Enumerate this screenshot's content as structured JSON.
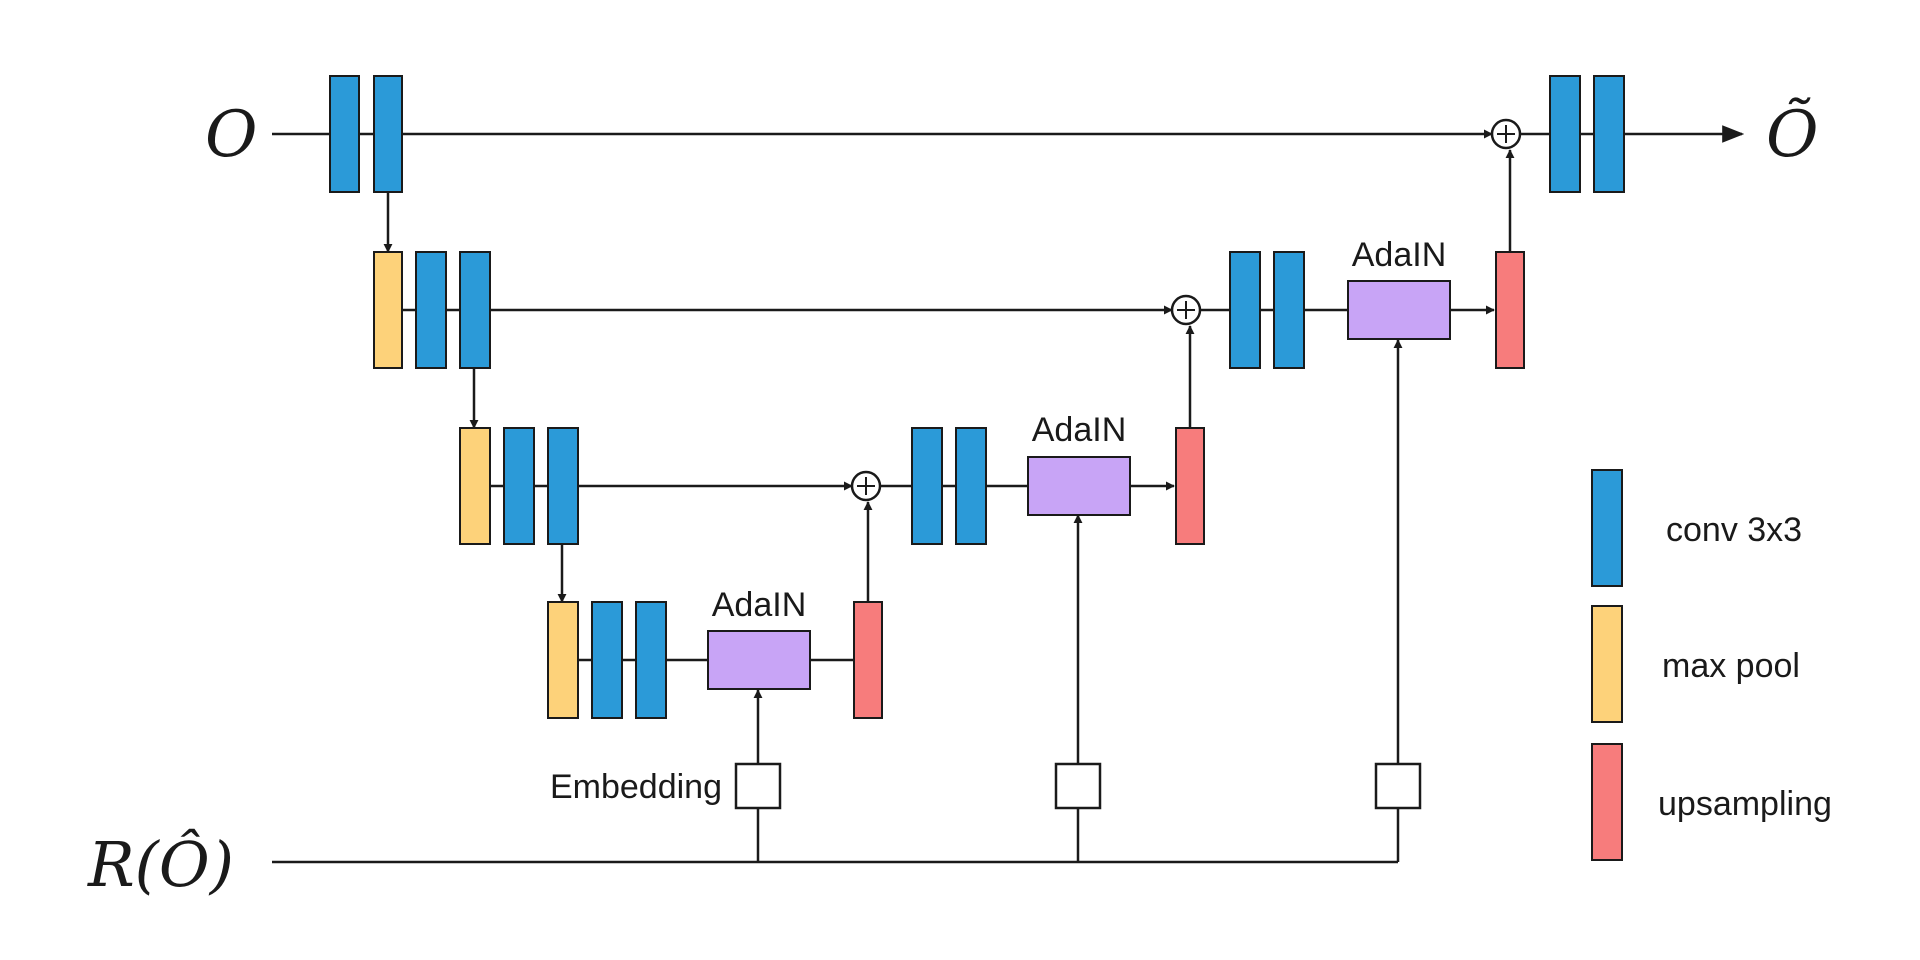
{
  "inputs": {
    "top_symbol": "O",
    "output_symbol": "Õ",
    "bottom_symbol": "R(Ô)"
  },
  "labels": {
    "adain_1": "AdaIN",
    "adain_2": "AdaIN",
    "adain_3": "AdaIN",
    "embedding": "Embedding"
  },
  "legend": [
    {
      "label": "conv 3x3",
      "color": "#2b9ad8"
    },
    {
      "label": "max pool",
      "color": "#fdd27a"
    },
    {
      "label": "upsampling",
      "color": "#f77c7c"
    }
  ],
  "colors": {
    "conv": "#2b9ad8",
    "max_pool": "#fdd27a",
    "upsampling": "#f77c7c",
    "adain": "#c8a4f6"
  }
}
